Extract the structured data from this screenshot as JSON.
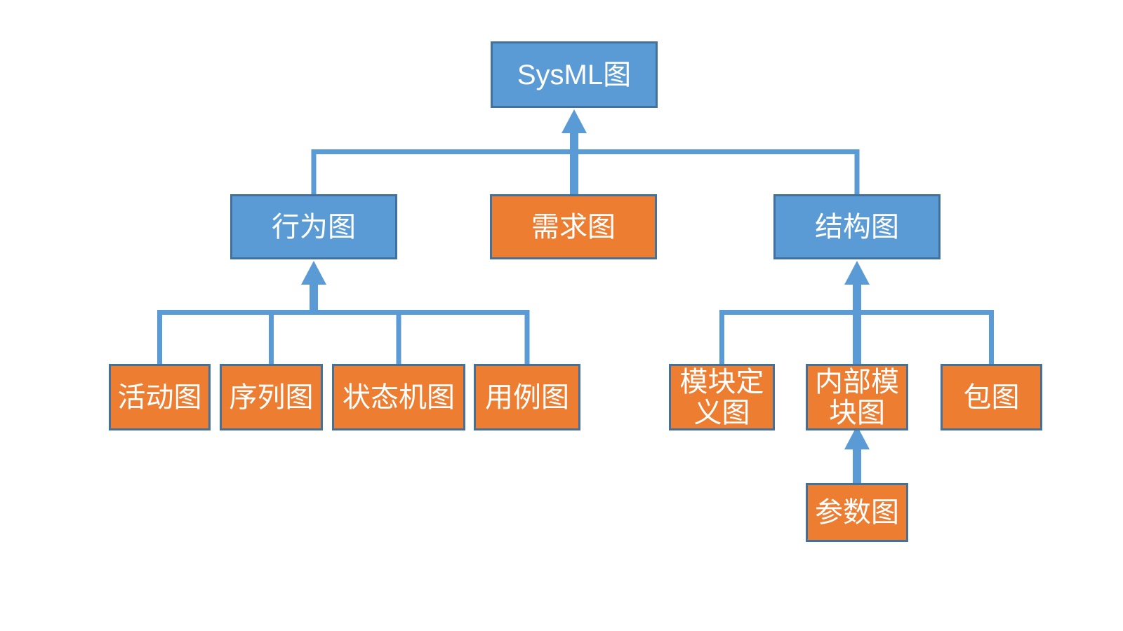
{
  "diagram": {
    "kind": "hierarchy-flowchart",
    "colors": {
      "connector": "#5B9BD5",
      "node_blue_fill": "#5B9BD5",
      "node_blue_border": "#41719C",
      "node_orange_fill": "#ED7D31",
      "node_orange_border": "#41719C",
      "label_text": "#FFFFFF",
      "background": "#FFFFFF"
    },
    "nodes": {
      "root": {
        "label": "SysML图",
        "style": "blue"
      },
      "behavior": {
        "label": "行为图",
        "style": "blue"
      },
      "requirement": {
        "label": "需求图",
        "style": "orange"
      },
      "structure": {
        "label": "结构图",
        "style": "blue"
      },
      "activity": {
        "label": "活动图",
        "style": "orange"
      },
      "sequence": {
        "label": "序列图",
        "style": "orange"
      },
      "state": {
        "label": "状态机图",
        "style": "orange"
      },
      "usecase": {
        "label": "用例图",
        "style": "orange"
      },
      "blockdef": {
        "label": "模块定\n义图",
        "style": "orange"
      },
      "internal": {
        "label": "内部模\n块图",
        "style": "orange"
      },
      "package": {
        "label": "包图",
        "style": "orange"
      },
      "parametric": {
        "label": "参数图",
        "style": "orange"
      }
    },
    "edges": [
      {
        "from": "behavior",
        "to": "root",
        "arrow": "up"
      },
      {
        "from": "requirement",
        "to": "root",
        "arrow": "up"
      },
      {
        "from": "structure",
        "to": "root",
        "arrow": "up"
      },
      {
        "from": "activity",
        "to": "behavior",
        "arrow": "up"
      },
      {
        "from": "sequence",
        "to": "behavior",
        "arrow": "up"
      },
      {
        "from": "state",
        "to": "behavior",
        "arrow": "up"
      },
      {
        "from": "usecase",
        "to": "behavior",
        "arrow": "up"
      },
      {
        "from": "blockdef",
        "to": "structure",
        "arrow": "up"
      },
      {
        "from": "internal",
        "to": "structure",
        "arrow": "up"
      },
      {
        "from": "package",
        "to": "structure",
        "arrow": "up"
      },
      {
        "from": "parametric",
        "to": "internal",
        "arrow": "up"
      }
    ]
  }
}
